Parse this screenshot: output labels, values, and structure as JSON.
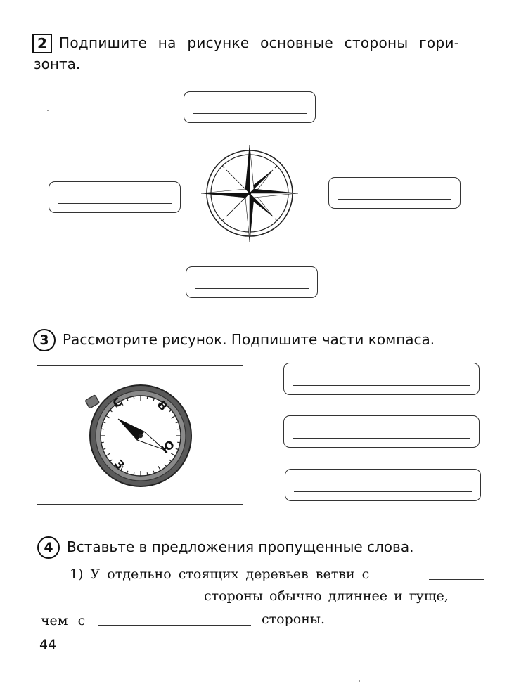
{
  "task2": {
    "number": "2",
    "title_line1": "Подпишите на рисунке основные стороны гори-",
    "title_line2": "зонта."
  },
  "task3": {
    "number": "3",
    "title": "Рассмотрите рисунок. Подпишите части компаса.",
    "compass_letters": {
      "north": "С",
      "east": "В",
      "south": "Ю",
      "west": "З"
    }
  },
  "task4": {
    "number": "4",
    "title": "Вставьте в предложения пропущенные слова.",
    "line1_text": "1) У отдельно стоящих деревьев ветви с",
    "line2_text": "стороны обычно длиннее и гуще,",
    "line3_start": "чем с",
    "line3_end": "стороны."
  },
  "page_number": "44"
}
